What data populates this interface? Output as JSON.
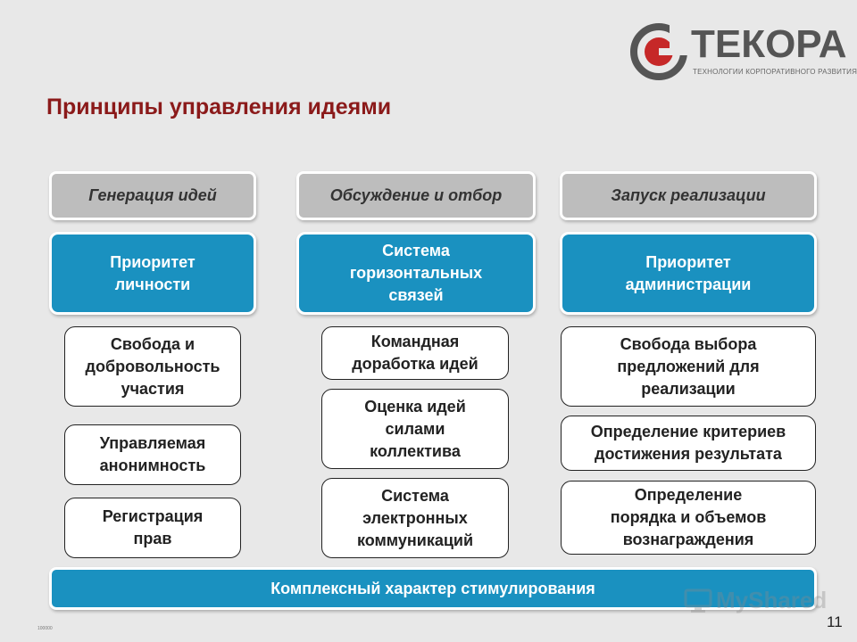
{
  "logo": {
    "name": "ТЕКОРА",
    "tagline": "ТЕХНОЛОГИИ КОРПОРАТИВНОГО РАЗВИТИЯ"
  },
  "title": "Принципы управления идеями",
  "columns": [
    {
      "header": "Генерация идей",
      "priority": "Приоритет\nличности",
      "items": [
        "Свобода и\nдобровольность\nучастия",
        "Управляемая\nанонимность",
        "Регистрация\nправ"
      ]
    },
    {
      "header": "Обсуждение и отбор",
      "priority": "Система\nгоризонтальных\nсвязей",
      "items": [
        "Командная\nдоработка идей",
        "Оценка идей\nсилами\nколлектива",
        "Система\nэлектронных\nкоммуникаций"
      ]
    },
    {
      "header": "Запуск реализации",
      "priority": "Приоритет\nадминистрации",
      "items": [
        "Свобода выбора\nпредложений для\nреализации",
        "Определение критериев\nдостижения результата",
        "Определение\nпорядка и объемов\nвознаграждения"
      ]
    }
  ],
  "footer": "Комплексный характер стимулирования",
  "page_number": "11",
  "doc_code": "100000",
  "watermark": "MyShared",
  "colors": {
    "accent": "#1a91c0",
    "header_gray": "#bdbdbd",
    "title_red": "#8b1a1a"
  }
}
